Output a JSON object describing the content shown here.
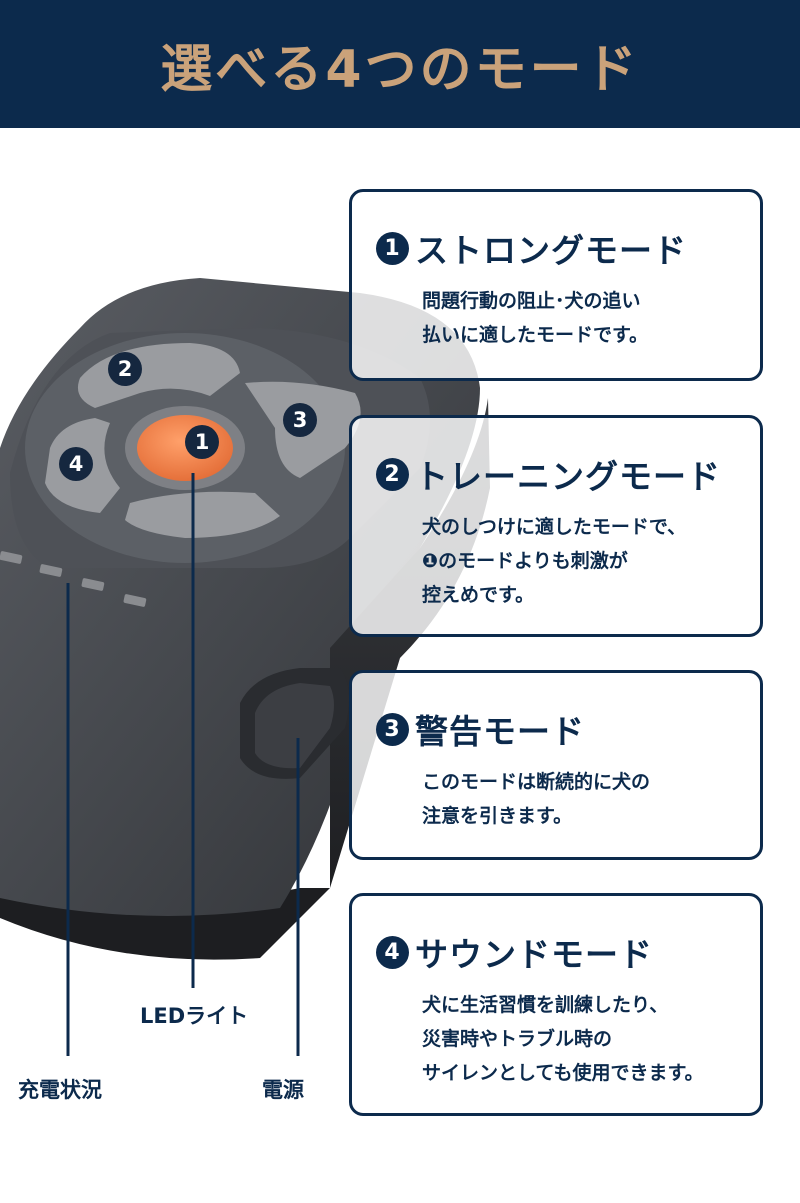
{
  "header": {
    "title": "選べる4つのモード"
  },
  "device": {
    "buttons": [
      {
        "number": "1"
      },
      {
        "number": "2"
      },
      {
        "number": "3"
      },
      {
        "number": "4"
      }
    ]
  },
  "modes": [
    {
      "number": "1",
      "title": "ストロングモード",
      "description": [
        "問題行動の阻止･犬の追い",
        "払いに適したモードです。"
      ]
    },
    {
      "number": "2",
      "title": "トレーニングモード",
      "description": [
        "犬のしつけに適したモードで、",
        "❶のモードよりも刺激が",
        "控えめです。"
      ]
    },
    {
      "number": "3",
      "title": "警告モード",
      "description": [
        "このモードは断続的に犬の",
        "注意を引きます。"
      ]
    },
    {
      "number": "4",
      "title": "サウンドモード",
      "description": [
        "犬に生活習慣を訓練したり、",
        "災害時やトラブル時の",
        "サイレンとしても使用できます。"
      ]
    }
  ],
  "labels": {
    "led": "LEDライト",
    "charge": "充電状況",
    "power": "電源"
  },
  "colors": {
    "navy": "#0c2a4c",
    "gold": "#caa27a",
    "orange_button": "#f08a4b",
    "device_body": "#474a50"
  }
}
